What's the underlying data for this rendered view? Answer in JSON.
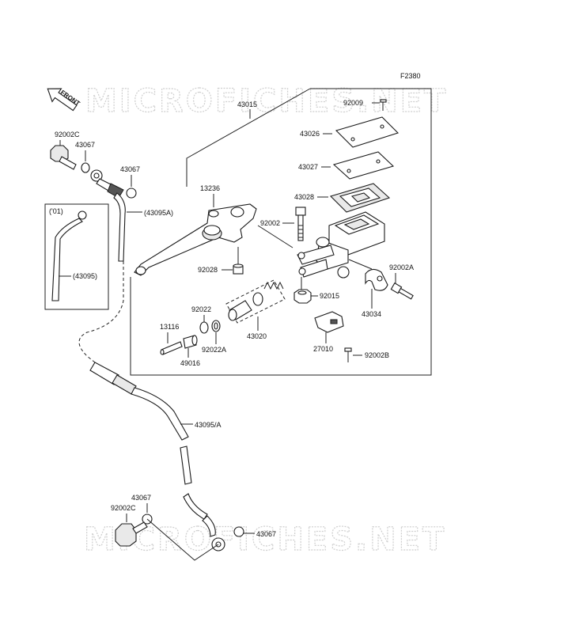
{
  "figure_code": "F2380",
  "front_marker": "FRONT",
  "watermark": "MICROFICHES.NET",
  "model_note": "('01)",
  "colors": {
    "ink": "#1a1a1a",
    "watermark": "#cfcfcf",
    "background": "#ffffff"
  },
  "labels": {
    "l43015": "43015",
    "l92009": "92009",
    "l43026": "43026",
    "l43027": "43027",
    "l43028": "43028",
    "l92002": "92002",
    "l13236": "13236",
    "l92028": "92028",
    "l92002A": "92002A",
    "l92015": "92015",
    "l43034": "43034",
    "l92022": "92022",
    "l92022A": "92022A",
    "l43020": "43020",
    "l13116": "13116",
    "l49016": "49016",
    "l27010": "27010",
    "l92002B": "92002B",
    "l92002C_top": "92002C",
    "l43067_top1": "43067",
    "l43067_top2": "43067",
    "l43095A": "(43095A)",
    "l43095": "(43095)",
    "l43095_A": "43095/A",
    "l43067_bot1": "43067",
    "l92002C_bot": "92002C",
    "l43067_bot2": "43067"
  }
}
